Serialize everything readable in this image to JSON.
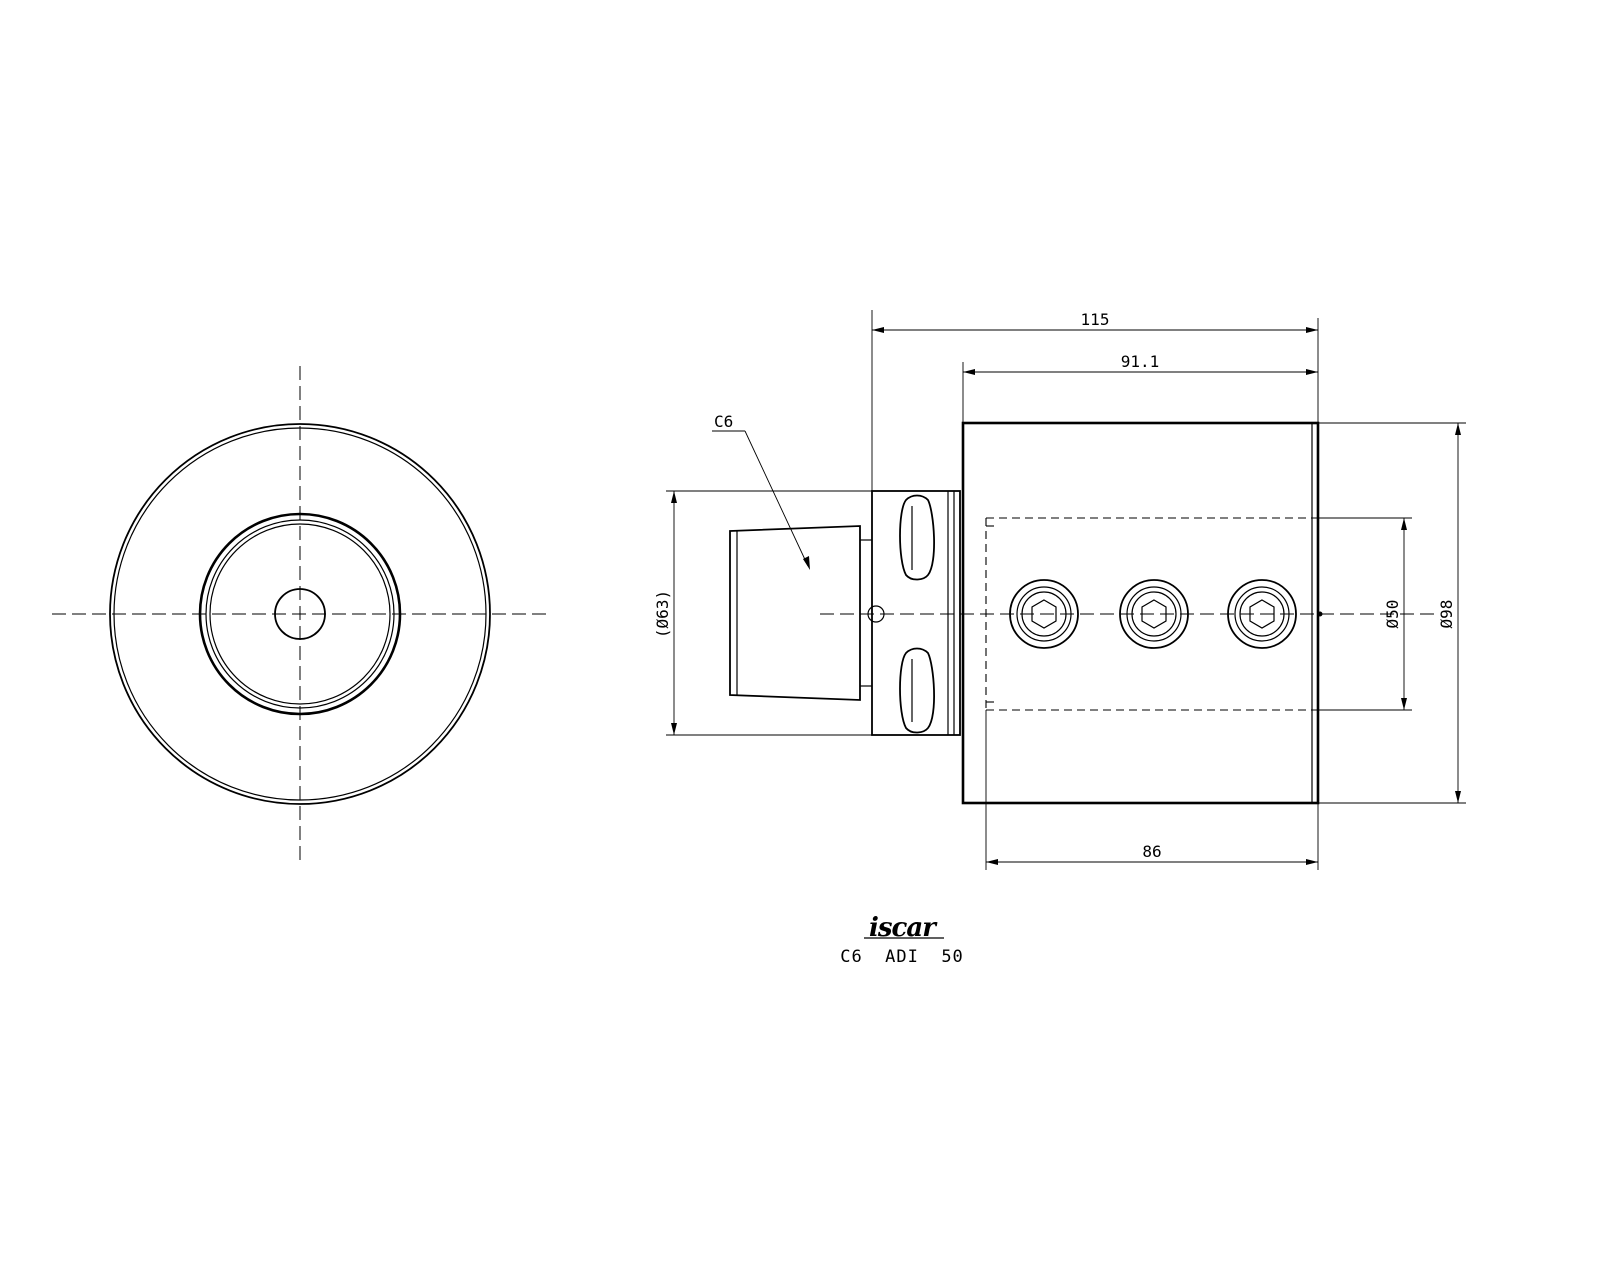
{
  "drawing": {
    "dimensions": {
      "overall_length": "115",
      "body_length": "91.1",
      "bore_depth": "86",
      "shank_diameter": "(Ø63)",
      "bore_diameter": "Ø50",
      "outer_diameter": "Ø98"
    },
    "callout_label": "C6",
    "logo": "iscar",
    "model_code": "C6  ADI  50",
    "screw_count": 3
  }
}
